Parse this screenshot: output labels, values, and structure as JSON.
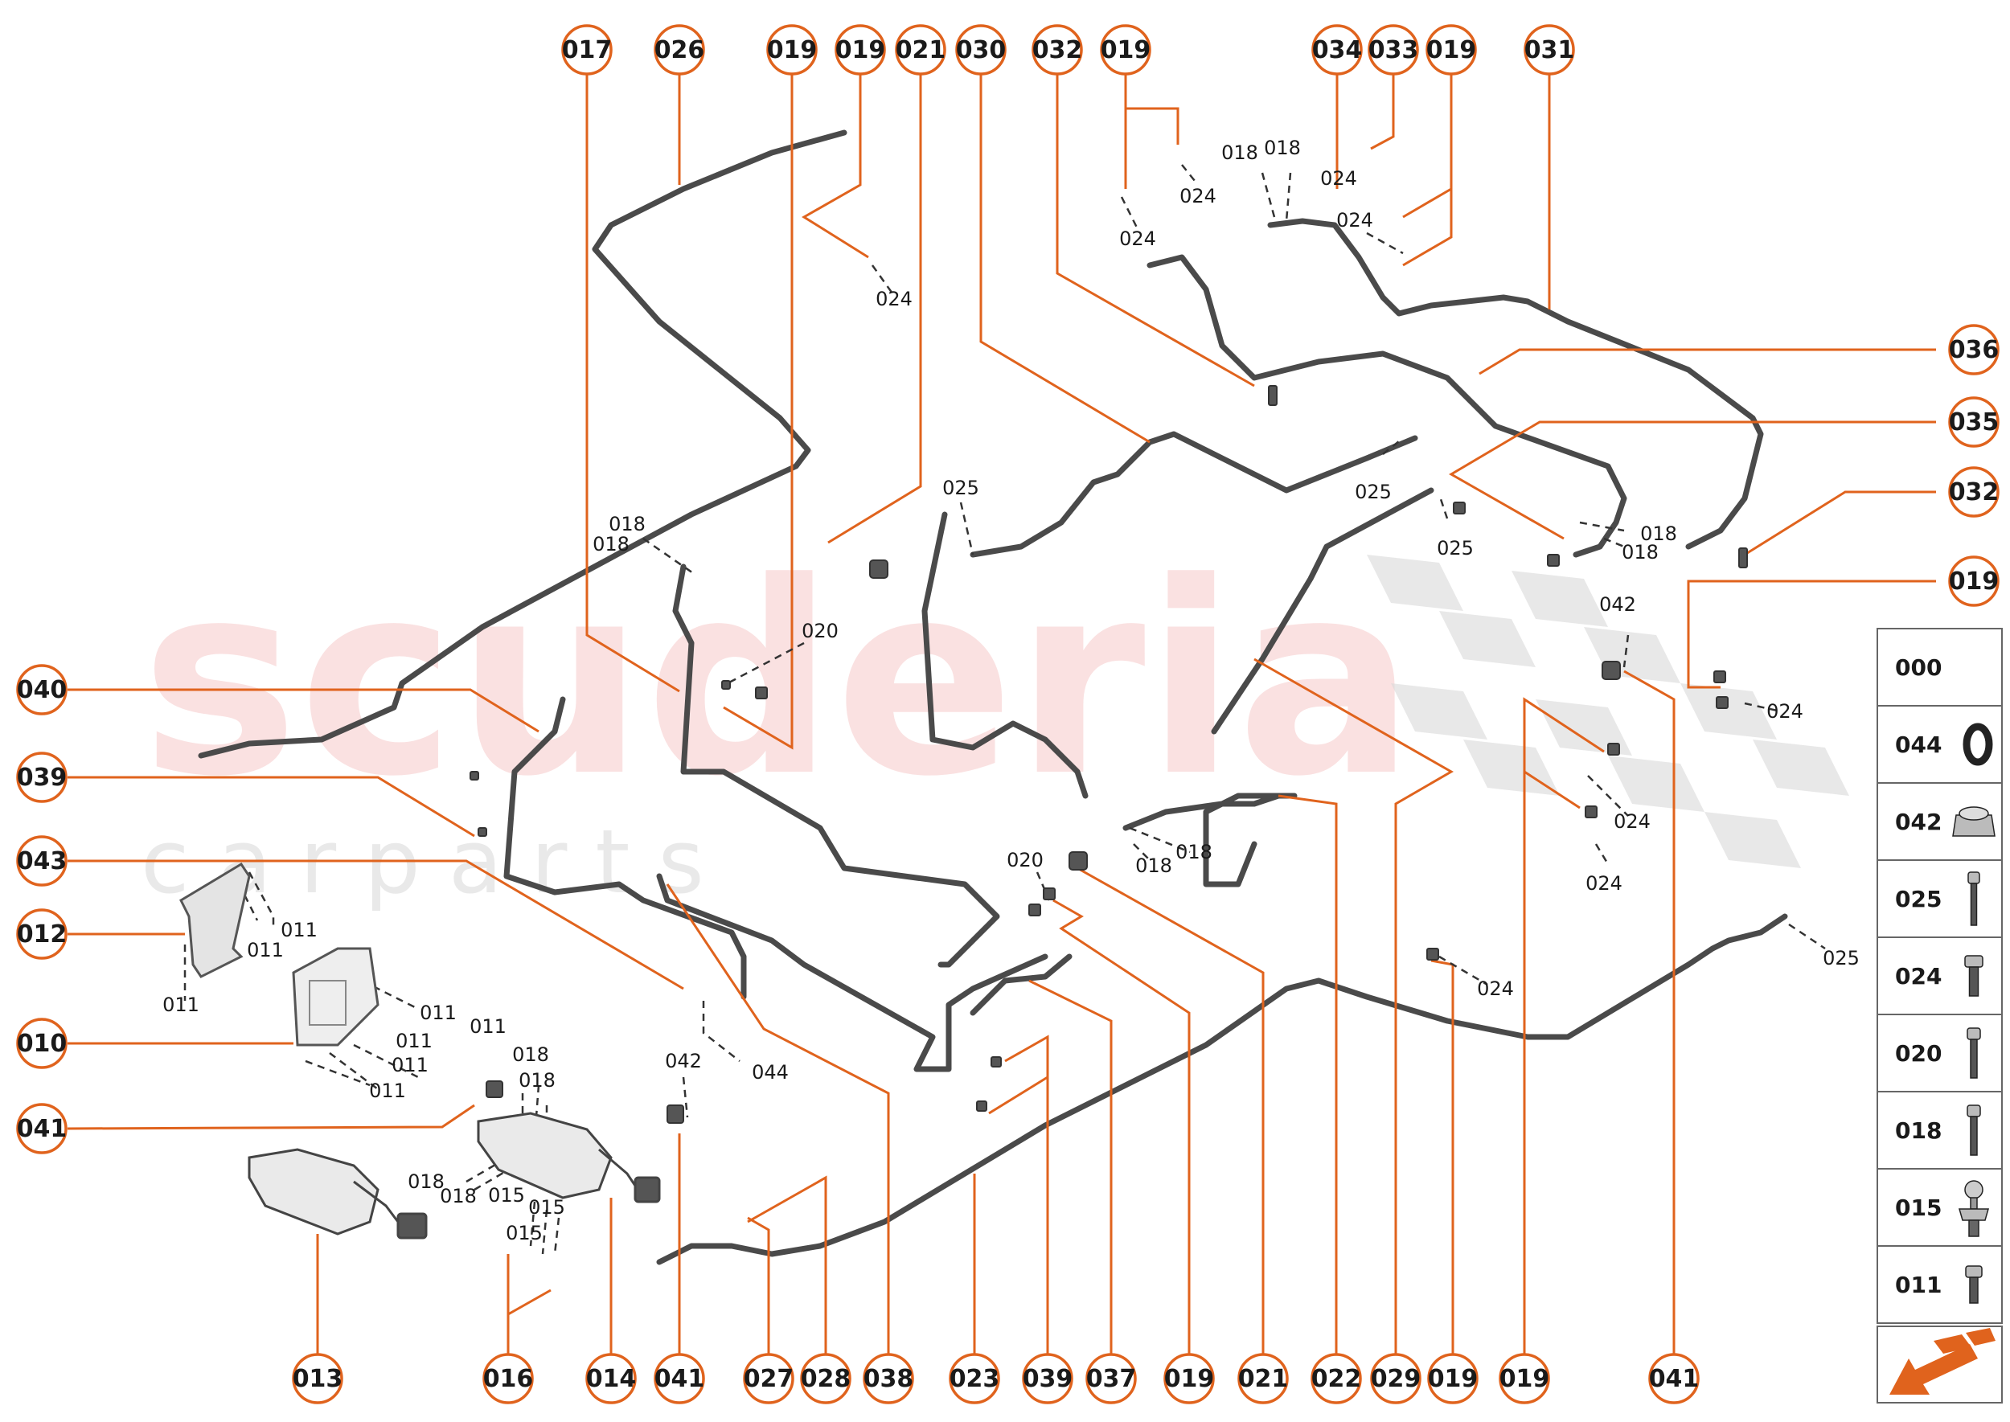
{
  "watermark": {
    "brand": "scuderia",
    "sub": "c a r p a r t s",
    "accent": "#e8191a"
  },
  "colors": {
    "leader": "#e0631d",
    "pipe": "#4a4a4a",
    "callout_stroke": "#e0631d",
    "text": "#1a1a1a"
  },
  "callouts": [
    {
      "id": "017"
    },
    {
      "id": "026"
    },
    {
      "id": "019"
    },
    {
      "id": "019"
    },
    {
      "id": "021"
    },
    {
      "id": "030"
    },
    {
      "id": "032"
    },
    {
      "id": "019"
    },
    {
      "id": "034"
    },
    {
      "id": "033"
    },
    {
      "id": "019"
    },
    {
      "id": "031"
    },
    {
      "id": "036"
    },
    {
      "id": "035"
    },
    {
      "id": "032"
    },
    {
      "id": "019"
    },
    {
      "id": "040"
    },
    {
      "id": "039"
    },
    {
      "id": "043"
    },
    {
      "id": "012"
    },
    {
      "id": "010"
    },
    {
      "id": "041"
    },
    {
      "id": "013"
    },
    {
      "id": "016"
    },
    {
      "id": "014"
    },
    {
      "id": "041"
    },
    {
      "id": "027"
    },
    {
      "id": "028"
    },
    {
      "id": "038"
    },
    {
      "id": "023"
    },
    {
      "id": "039"
    },
    {
      "id": "037"
    },
    {
      "id": "019"
    },
    {
      "id": "021"
    },
    {
      "id": "022"
    },
    {
      "id": "029"
    },
    {
      "id": "019"
    },
    {
      "id": "019"
    },
    {
      "id": "041"
    }
  ],
  "small_labels": [
    "024",
    "024",
    "024",
    "018",
    "018",
    "024",
    "024",
    "025",
    "025",
    "018",
    "018",
    "025",
    "018",
    "018",
    "020",
    "042",
    "024",
    "024",
    "024",
    "020",
    "018",
    "018",
    "024",
    "025",
    "011",
    "011",
    "011",
    "011",
    "011",
    "011",
    "011",
    "011",
    "018",
    "018",
    "018",
    "018",
    "015",
    "015",
    "015",
    "042",
    "044"
  ],
  "legend": [
    {
      "code": "000",
      "icon": "blank"
    },
    {
      "code": "044",
      "icon": "ring-icon"
    },
    {
      "code": "042",
      "icon": "nut-icon"
    },
    {
      "code": "025",
      "icon": "long-bolt-icon"
    },
    {
      "code": "024",
      "icon": "flange-bolt-icon"
    },
    {
      "code": "020",
      "icon": "bolt-icon"
    },
    {
      "code": "018",
      "icon": "stud-bolt-icon"
    },
    {
      "code": "015",
      "icon": "ball-stud-icon"
    },
    {
      "code": "011",
      "icon": "hex-bolt-icon"
    }
  ],
  "nav_icon": "arrow-down-left-icon"
}
